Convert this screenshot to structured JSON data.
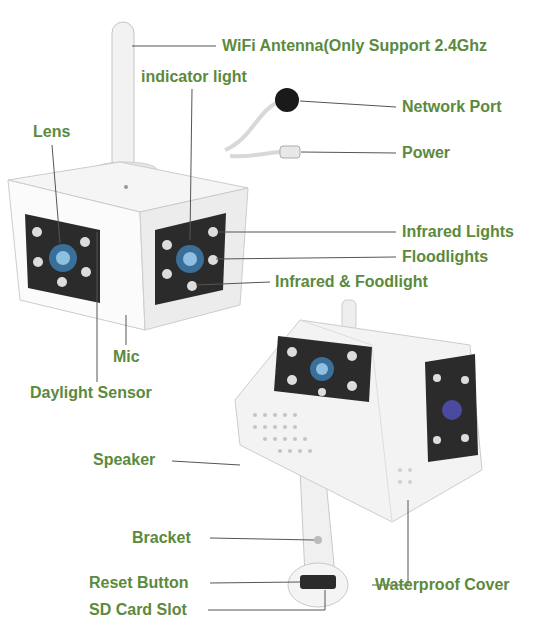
{
  "diagram": {
    "labels": [
      "WiFi Antenna(Only Support 2.4Ghz",
      "indicator light",
      "Network Port",
      "Power",
      "Lens",
      "Infrared Lights",
      "Floodlights",
      "Infrared & Foodlight",
      "Mic",
      "Daylight Sensor",
      "Speaker",
      "Bracket",
      "Reset Button",
      "SD Card Slot",
      "Waterproof Cover"
    ]
  }
}
